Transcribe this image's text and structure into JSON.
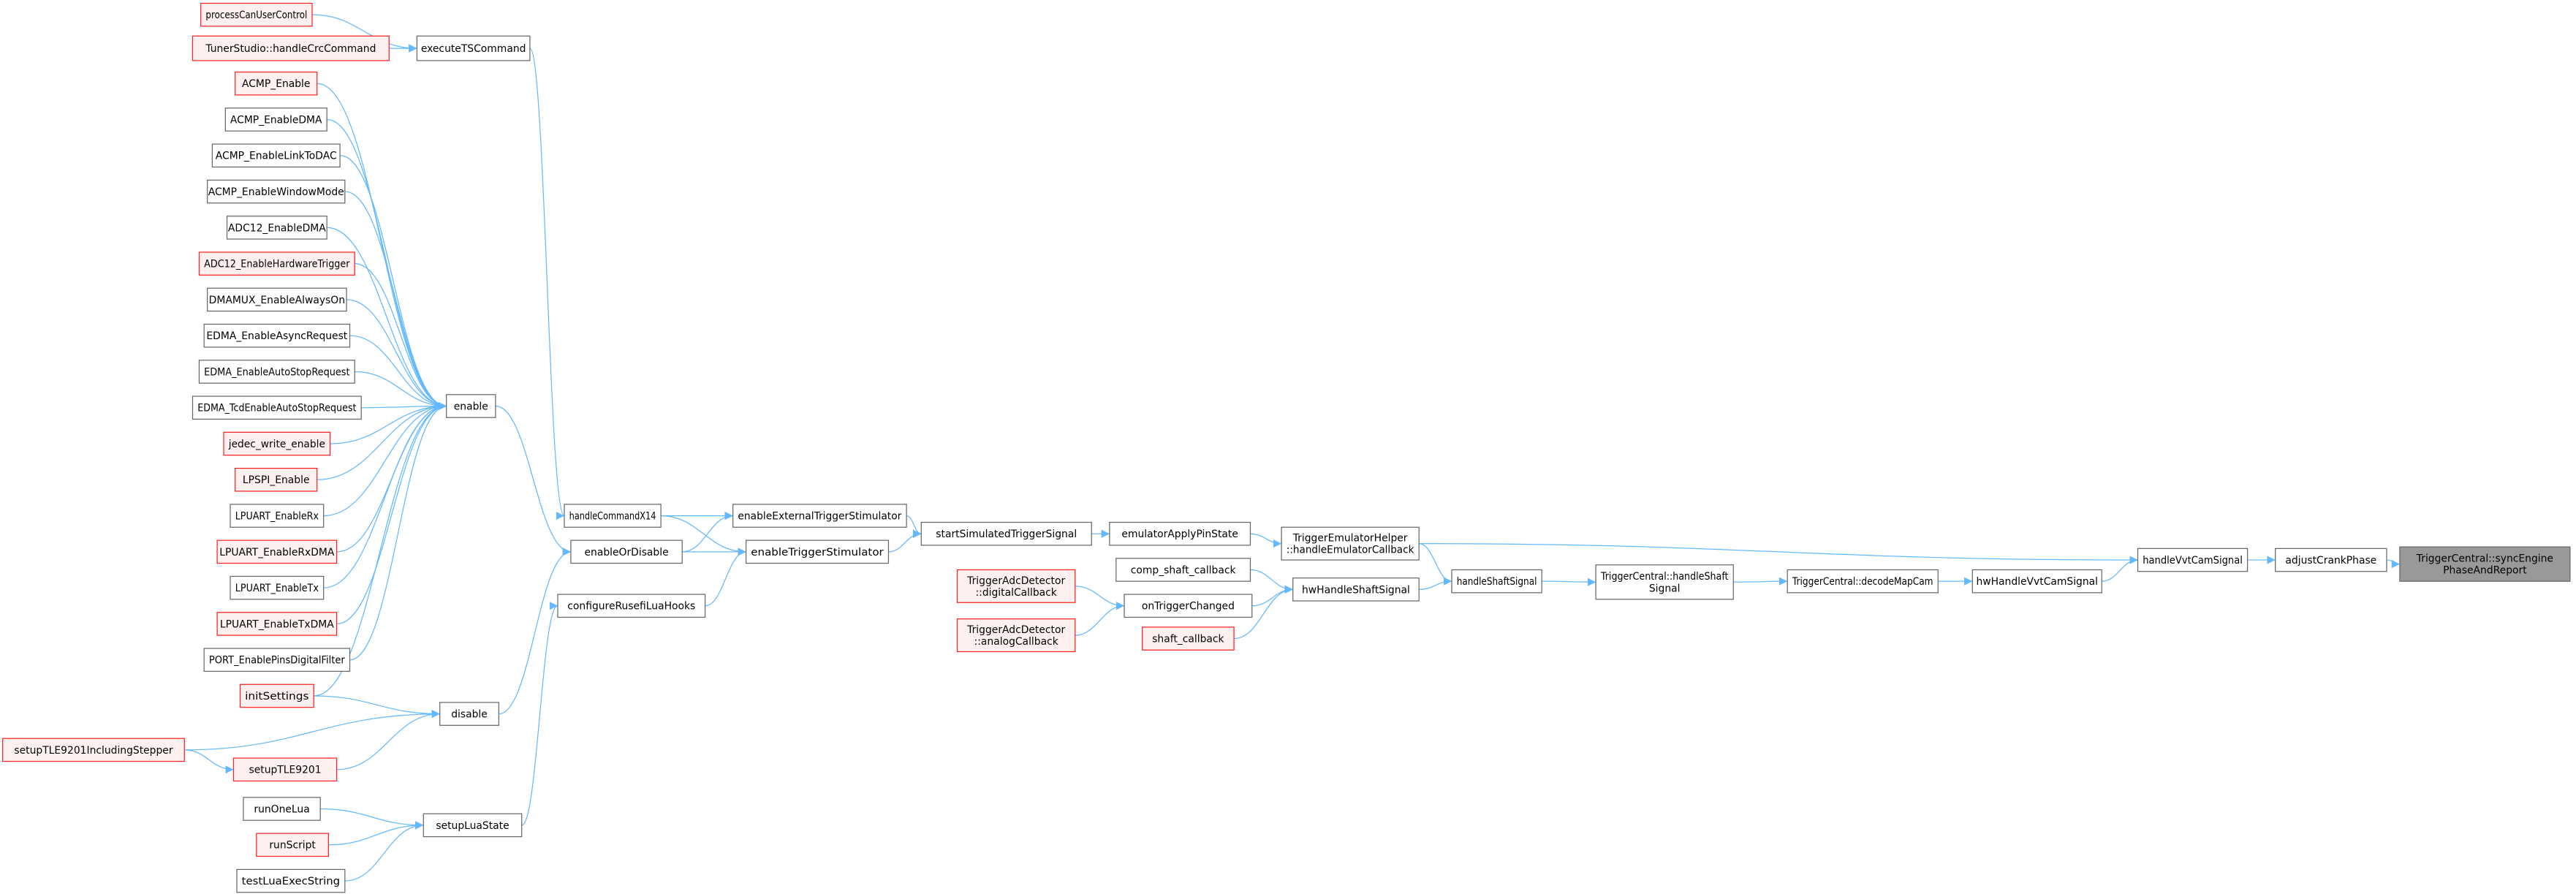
{
  "graph": {
    "title": "Caller graph of TriggerCentral::syncEnginePhaseAndReport",
    "colors": {
      "edge": "#63b8ff",
      "normal_fill": "#ffffff",
      "normal_stroke": "#666666",
      "external_fill": "#fff0f0",
      "external_stroke": "#ff2020",
      "root_fill": "#999999",
      "root_stroke": "#666666"
    },
    "nodes": [
      {
        "id": "processCanUserControl",
        "lines": [
          "processCanUserControl"
        ],
        "style": "external"
      },
      {
        "id": "handleCrcCommand",
        "lines": [
          "TunerStudio::handleCrcCommand"
        ],
        "style": "external"
      },
      {
        "id": "executeTSCommand",
        "lines": [
          "executeTSCommand"
        ],
        "style": "normal"
      },
      {
        "id": "ACMP_Enable",
        "lines": [
          "ACMP_Enable"
        ],
        "style": "external"
      },
      {
        "id": "ACMP_EnableDMA",
        "lines": [
          "ACMP_EnableDMA"
        ],
        "style": "normal"
      },
      {
        "id": "ACMP_EnableLinkToDAC",
        "lines": [
          "ACMP_EnableLinkToDAC"
        ],
        "style": "normal"
      },
      {
        "id": "ACMP_EnableWindowMode",
        "lines": [
          "ACMP_EnableWindowMode"
        ],
        "style": "normal"
      },
      {
        "id": "ADC12_EnableDMA",
        "lines": [
          "ADC12_EnableDMA"
        ],
        "style": "normal"
      },
      {
        "id": "ADC12_EnableHardwareTrigger",
        "lines": [
          "ADC12_EnableHardwareTrigger"
        ],
        "style": "external"
      },
      {
        "id": "DMAMUX_EnableAlwaysOn",
        "lines": [
          "DMAMUX_EnableAlwaysOn"
        ],
        "style": "normal"
      },
      {
        "id": "EDMA_EnableAsyncRequest",
        "lines": [
          "EDMA_EnableAsyncRequest"
        ],
        "style": "normal"
      },
      {
        "id": "EDMA_EnableAutoStopRequest",
        "lines": [
          "EDMA_EnableAutoStopRequest"
        ],
        "style": "normal"
      },
      {
        "id": "EDMA_TcdEnableAutoStopRequest",
        "lines": [
          "EDMA_TcdEnableAutoStopRequest"
        ],
        "style": "normal"
      },
      {
        "id": "jedec_write_enable",
        "lines": [
          "jedec_write_enable"
        ],
        "style": "external"
      },
      {
        "id": "LPSPI_Enable",
        "lines": [
          "LPSPI_Enable"
        ],
        "style": "external"
      },
      {
        "id": "LPUART_EnableRx",
        "lines": [
          "LPUART_EnableRx"
        ],
        "style": "normal"
      },
      {
        "id": "LPUART_EnableRxDMA",
        "lines": [
          "LPUART_EnableRxDMA"
        ],
        "style": "external"
      },
      {
        "id": "LPUART_EnableTx",
        "lines": [
          "LPUART_EnableTx"
        ],
        "style": "normal"
      },
      {
        "id": "LPUART_EnableTxDMA",
        "lines": [
          "LPUART_EnableTxDMA"
        ],
        "style": "external"
      },
      {
        "id": "PORT_EnablePinsDigitalFilter",
        "lines": [
          "PORT_EnablePinsDigitalFilter"
        ],
        "style": "normal"
      },
      {
        "id": "initSettings",
        "lines": [
          "initSettings"
        ],
        "style": "external"
      },
      {
        "id": "enable",
        "lines": [
          "enable"
        ],
        "style": "normal"
      },
      {
        "id": "disable",
        "lines": [
          "disable"
        ],
        "style": "normal"
      },
      {
        "id": "setupTLE9201IncludingStepper",
        "lines": [
          "setupTLE9201IncludingStepper"
        ],
        "style": "external"
      },
      {
        "id": "setupTLE9201",
        "lines": [
          "setupTLE9201"
        ],
        "style": "external"
      },
      {
        "id": "runOneLua",
        "lines": [
          "runOneLua"
        ],
        "style": "normal"
      },
      {
        "id": "setupLuaState",
        "lines": [
          "setupLuaState"
        ],
        "style": "normal"
      },
      {
        "id": "runScript",
        "lines": [
          "runScript"
        ],
        "style": "external"
      },
      {
        "id": "testLuaExecString",
        "lines": [
          "testLuaExecString"
        ],
        "style": "normal"
      },
      {
        "id": "handleCommandX14",
        "lines": [
          "handleCommandX14"
        ],
        "style": "normal"
      },
      {
        "id": "enableOrDisable",
        "lines": [
          "enableOrDisable"
        ],
        "style": "normal"
      },
      {
        "id": "configureRusefiLuaHooks",
        "lines": [
          "configureRusefiLuaHooks"
        ],
        "style": "normal"
      },
      {
        "id": "enableExternalTriggerStimulator",
        "lines": [
          "enableExternalTriggerStimulator"
        ],
        "style": "normal"
      },
      {
        "id": "enableTriggerStimulator",
        "lines": [
          "enableTriggerStimulator"
        ],
        "style": "normal"
      },
      {
        "id": "startSimulatedTriggerSignal",
        "lines": [
          "startSimulatedTriggerSignal"
        ],
        "style": "normal"
      },
      {
        "id": "emulatorApplyPinState",
        "lines": [
          "emulatorApplyPinState"
        ],
        "style": "normal"
      },
      {
        "id": "handleEmulatorCallback",
        "lines": [
          "TriggerEmulatorHelper",
          "::handleEmulatorCallback"
        ],
        "style": "normal"
      },
      {
        "id": "comp_shaft_callback",
        "lines": [
          "comp_shaft_callback"
        ],
        "style": "normal"
      },
      {
        "id": "digitalCallback",
        "lines": [
          "TriggerAdcDetector",
          "::digitalCallback"
        ],
        "style": "external"
      },
      {
        "id": "onTriggerChanged",
        "lines": [
          "onTriggerChanged"
        ],
        "style": "normal"
      },
      {
        "id": "analogCallback",
        "lines": [
          "TriggerAdcDetector",
          "::analogCallback"
        ],
        "style": "external"
      },
      {
        "id": "shaft_callback",
        "lines": [
          "shaft_callback"
        ],
        "style": "external"
      },
      {
        "id": "hwHandleShaftSignal",
        "lines": [
          "hwHandleShaftSignal"
        ],
        "style": "normal"
      },
      {
        "id": "handleShaftSignal",
        "lines": [
          "handleShaftSignal"
        ],
        "style": "normal"
      },
      {
        "id": "tcHandleShaftSignal",
        "lines": [
          "TriggerCentral::handleShaft",
          "Signal"
        ],
        "style": "normal"
      },
      {
        "id": "decodeMapCam",
        "lines": [
          "TriggerCentral::decodeMapCam"
        ],
        "style": "normal"
      },
      {
        "id": "hwHandleVvtCamSignal",
        "lines": [
          "hwHandleVvtCamSignal"
        ],
        "style": "normal"
      },
      {
        "id": "handleVvtCamSignal",
        "lines": [
          "handleVvtCamSignal"
        ],
        "style": "normal"
      },
      {
        "id": "adjustCrankPhase",
        "lines": [
          "adjustCrankPhase"
        ],
        "style": "normal"
      },
      {
        "id": "syncEnginePhaseAndReport",
        "lines": [
          "TriggerCentral::syncEngine",
          "PhaseAndReport"
        ],
        "style": "root"
      }
    ],
    "edges": [
      [
        "processCanUserControl",
        "executeTSCommand"
      ],
      [
        "handleCrcCommand",
        "executeTSCommand"
      ],
      [
        "ACMP_Enable",
        "enable"
      ],
      [
        "ACMP_EnableDMA",
        "enable"
      ],
      [
        "ACMP_EnableLinkToDAC",
        "enable"
      ],
      [
        "ACMP_EnableWindowMode",
        "enable"
      ],
      [
        "ADC12_EnableDMA",
        "enable"
      ],
      [
        "ADC12_EnableHardwareTrigger",
        "enable"
      ],
      [
        "DMAMUX_EnableAlwaysOn",
        "enable"
      ],
      [
        "EDMA_EnableAsyncRequest",
        "enable"
      ],
      [
        "EDMA_EnableAutoStopRequest",
        "enable"
      ],
      [
        "EDMA_TcdEnableAutoStopRequest",
        "enable"
      ],
      [
        "jedec_write_enable",
        "enable"
      ],
      [
        "LPSPI_Enable",
        "enable"
      ],
      [
        "LPUART_EnableRx",
        "enable"
      ],
      [
        "LPUART_EnableRxDMA",
        "enable"
      ],
      [
        "LPUART_EnableTx",
        "enable"
      ],
      [
        "LPUART_EnableTxDMA",
        "enable"
      ],
      [
        "PORT_EnablePinsDigitalFilter",
        "enable"
      ],
      [
        "initSettings",
        "enable"
      ],
      [
        "initSettings",
        "disable"
      ],
      [
        "setupTLE9201IncludingStepper",
        "disable"
      ],
      [
        "setupTLE9201IncludingStepper",
        "setupTLE9201"
      ],
      [
        "setupTLE9201",
        "disable"
      ],
      [
        "runOneLua",
        "setupLuaState"
      ],
      [
        "runScript",
        "setupLuaState"
      ],
      [
        "testLuaExecString",
        "setupLuaState"
      ],
      [
        "executeTSCommand",
        "handleCommandX14"
      ],
      [
        "enable",
        "enableOrDisable"
      ],
      [
        "disable",
        "enableOrDisable"
      ],
      [
        "setupLuaState",
        "configureRusefiLuaHooks"
      ],
      [
        "handleCommandX14",
        "enableExternalTriggerStimulator"
      ],
      [
        "handleCommandX14",
        "enableTriggerStimulator"
      ],
      [
        "enableOrDisable",
        "enableExternalTriggerStimulator"
      ],
      [
        "enableOrDisable",
        "enableTriggerStimulator"
      ],
      [
        "configureRusefiLuaHooks",
        "enableTriggerStimulator"
      ],
      [
        "enableExternalTriggerStimulator",
        "startSimulatedTriggerSignal"
      ],
      [
        "enableTriggerStimulator",
        "startSimulatedTriggerSignal"
      ],
      [
        "startSimulatedTriggerSignal",
        "emulatorApplyPinState"
      ],
      [
        "emulatorApplyPinState",
        "handleEmulatorCallback"
      ],
      [
        "handleEmulatorCallback",
        "handleShaftSignal"
      ],
      [
        "handleEmulatorCallback",
        "handleVvtCamSignal"
      ],
      [
        "comp_shaft_callback",
        "hwHandleShaftSignal"
      ],
      [
        "onTriggerChanged",
        "hwHandleShaftSignal"
      ],
      [
        "shaft_callback",
        "hwHandleShaftSignal"
      ],
      [
        "digitalCallback",
        "onTriggerChanged"
      ],
      [
        "analogCallback",
        "onTriggerChanged"
      ],
      [
        "hwHandleShaftSignal",
        "handleShaftSignal"
      ],
      [
        "handleShaftSignal",
        "tcHandleShaftSignal"
      ],
      [
        "tcHandleShaftSignal",
        "decodeMapCam"
      ],
      [
        "decodeMapCam",
        "hwHandleVvtCamSignal"
      ],
      [
        "hwHandleVvtCamSignal",
        "handleVvtCamSignal"
      ],
      [
        "handleVvtCamSignal",
        "adjustCrankPhase"
      ],
      [
        "adjustCrankPhase",
        "syncEnginePhaseAndReport"
      ]
    ]
  }
}
